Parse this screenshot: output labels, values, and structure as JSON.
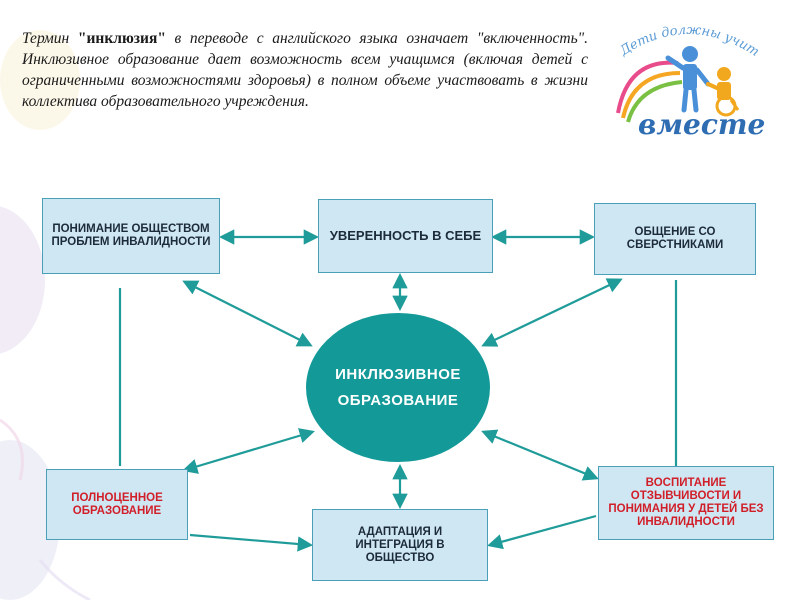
{
  "intro": {
    "term_prefix": "Термин ",
    "term_word": "\"инклюзия\"",
    "body": " в переводе с английского языка означает \"включенность\". Инклюзивное образование дает возможность всем учащимся (включая детей с ограниченными возможностями здоровья) в полном объеме участвовать в жизни коллектива образовательного учреждения."
  },
  "logo": {
    "arc_text": "Дети должны учиться",
    "word": "вместе",
    "colors": {
      "adult": "#4a90d9",
      "child": "#f2a81e"
    }
  },
  "diagram": {
    "center": "ИНКЛЮЗИВНОЕ ОБРАЗОВАНИЕ",
    "boxes": {
      "top_left": "ПОНИМАНИЕ ОБЩЕСТВОМ ПРОБЛЕМ ИНВАЛИДНОСТИ",
      "top_center": "УВЕРЕННОСТЬ В СЕБЕ",
      "top_right": "ОБЩЕНИЕ СО СВЕРСТНИКАМИ",
      "bottom_left": "ПОЛНОЦЕННОЕ ОБРАЗОВАНИЕ",
      "bottom_center": "АДАПТАЦИЯ И ИНТЕГРАЦИЯ В ОБЩЕСТВО",
      "bottom_right": "ВОСПИТАНИЕ ОТЗЫВЧИВОСТИ И ПОНИМАНИЯ У ДЕТЕЙ БЕЗ ИНВАЛИДНОСТИ"
    },
    "colors": {
      "box_fill": "#cfe7f2",
      "box_border": "#4aa0b8",
      "arrow": "#1f9c99",
      "center_fill": "#139a98",
      "red_text": "#d11f2a"
    }
  }
}
